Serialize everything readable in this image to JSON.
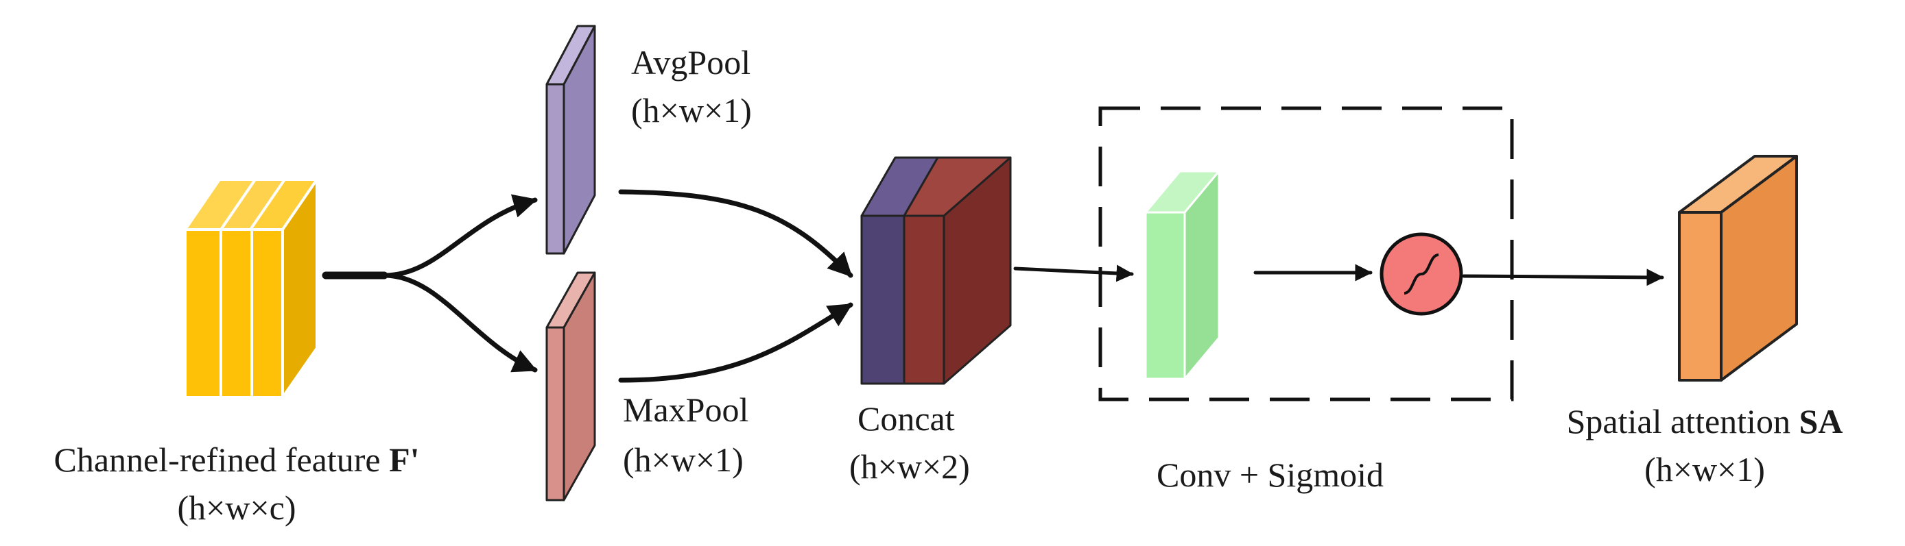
{
  "input": {
    "label": "Channel-refined feature",
    "symbol": "F'",
    "dims": "(h×w×c)",
    "color": "#ffc107"
  },
  "avgpool": {
    "label": "AvgPool",
    "dims": "(h×w×1)",
    "color": "#a99bc6"
  },
  "maxpool": {
    "label": "MaxPool",
    "dims": "(h×w×1)",
    "color": "#d9918b"
  },
  "concat": {
    "label": "Concat",
    "dims": "(h×w×2)",
    "colors": [
      "#4f4373",
      "#8b3530"
    ]
  },
  "conv": {
    "label": "Conv + Sigmoid",
    "color": "#a8f0a8",
    "sigmoid_color": "#f47a7a"
  },
  "output": {
    "label": "Spatial attention",
    "symbol": "SA",
    "dims": "(h×w×1)",
    "color": "#f5a05a"
  }
}
